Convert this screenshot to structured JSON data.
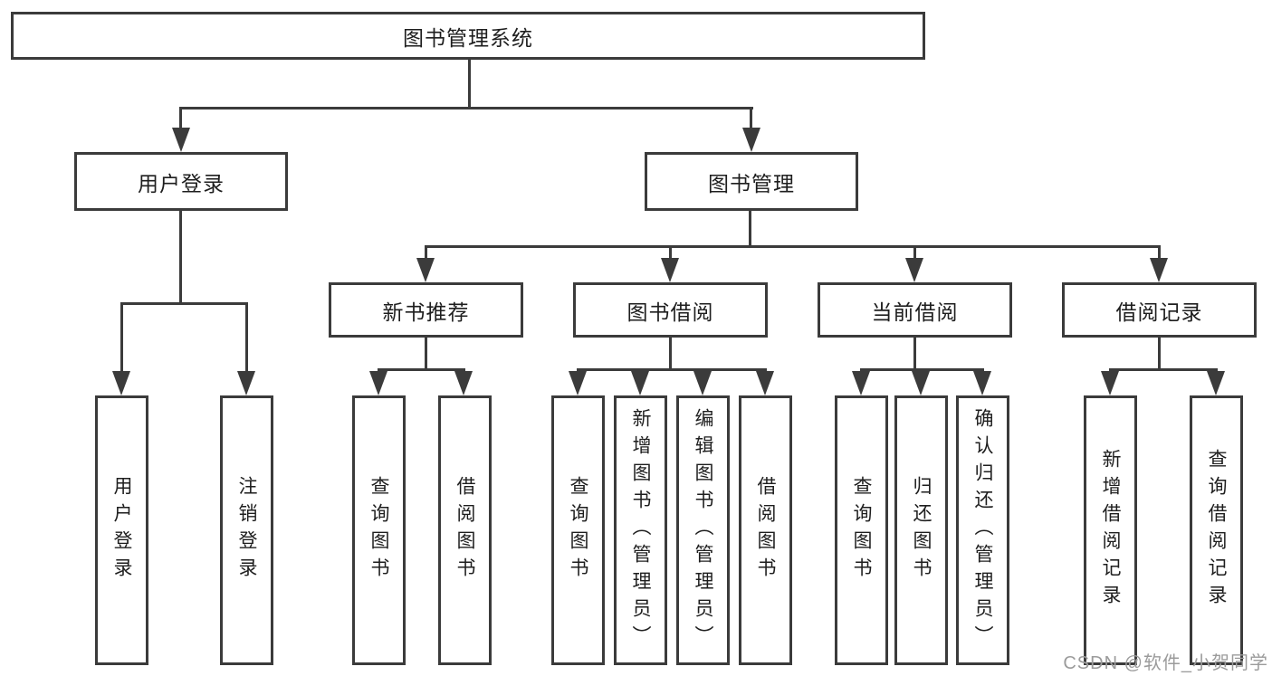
{
  "diagram": {
    "type": "tree",
    "root": {
      "label": "图书管理系统"
    },
    "branches": [
      {
        "label": "用户登录",
        "children": [
          {
            "label": "用户登录"
          },
          {
            "label": "注销登录"
          }
        ]
      },
      {
        "label": "图书管理",
        "children": [
          {
            "label": "新书推荐",
            "children": [
              {
                "label": "查询图书"
              },
              {
                "label": "借阅图书"
              }
            ]
          },
          {
            "label": "图书借阅",
            "children": [
              {
                "label": "查询图书"
              },
              {
                "label": "新增图书（管理员）"
              },
              {
                "label": "编辑图书（管理员）"
              },
              {
                "label": "借阅图书"
              }
            ]
          },
          {
            "label": "当前借阅",
            "children": [
              {
                "label": "查询图书"
              },
              {
                "label": "归还图书"
              },
              {
                "label": "确认归还（管理员）"
              }
            ]
          },
          {
            "label": "借阅记录",
            "children": [
              {
                "label": "新增借阅记录"
              },
              {
                "label": "查询借阅记录"
              }
            ]
          }
        ]
      }
    ],
    "colors": {
      "line": "#3b3b3b",
      "text": "#1e1e1e",
      "box_fill": "#ffffff",
      "background": "#ffffff",
      "watermark": "#9b9b9b"
    }
  },
  "watermark": {
    "text": "CSDN @软件_小贺同学"
  }
}
